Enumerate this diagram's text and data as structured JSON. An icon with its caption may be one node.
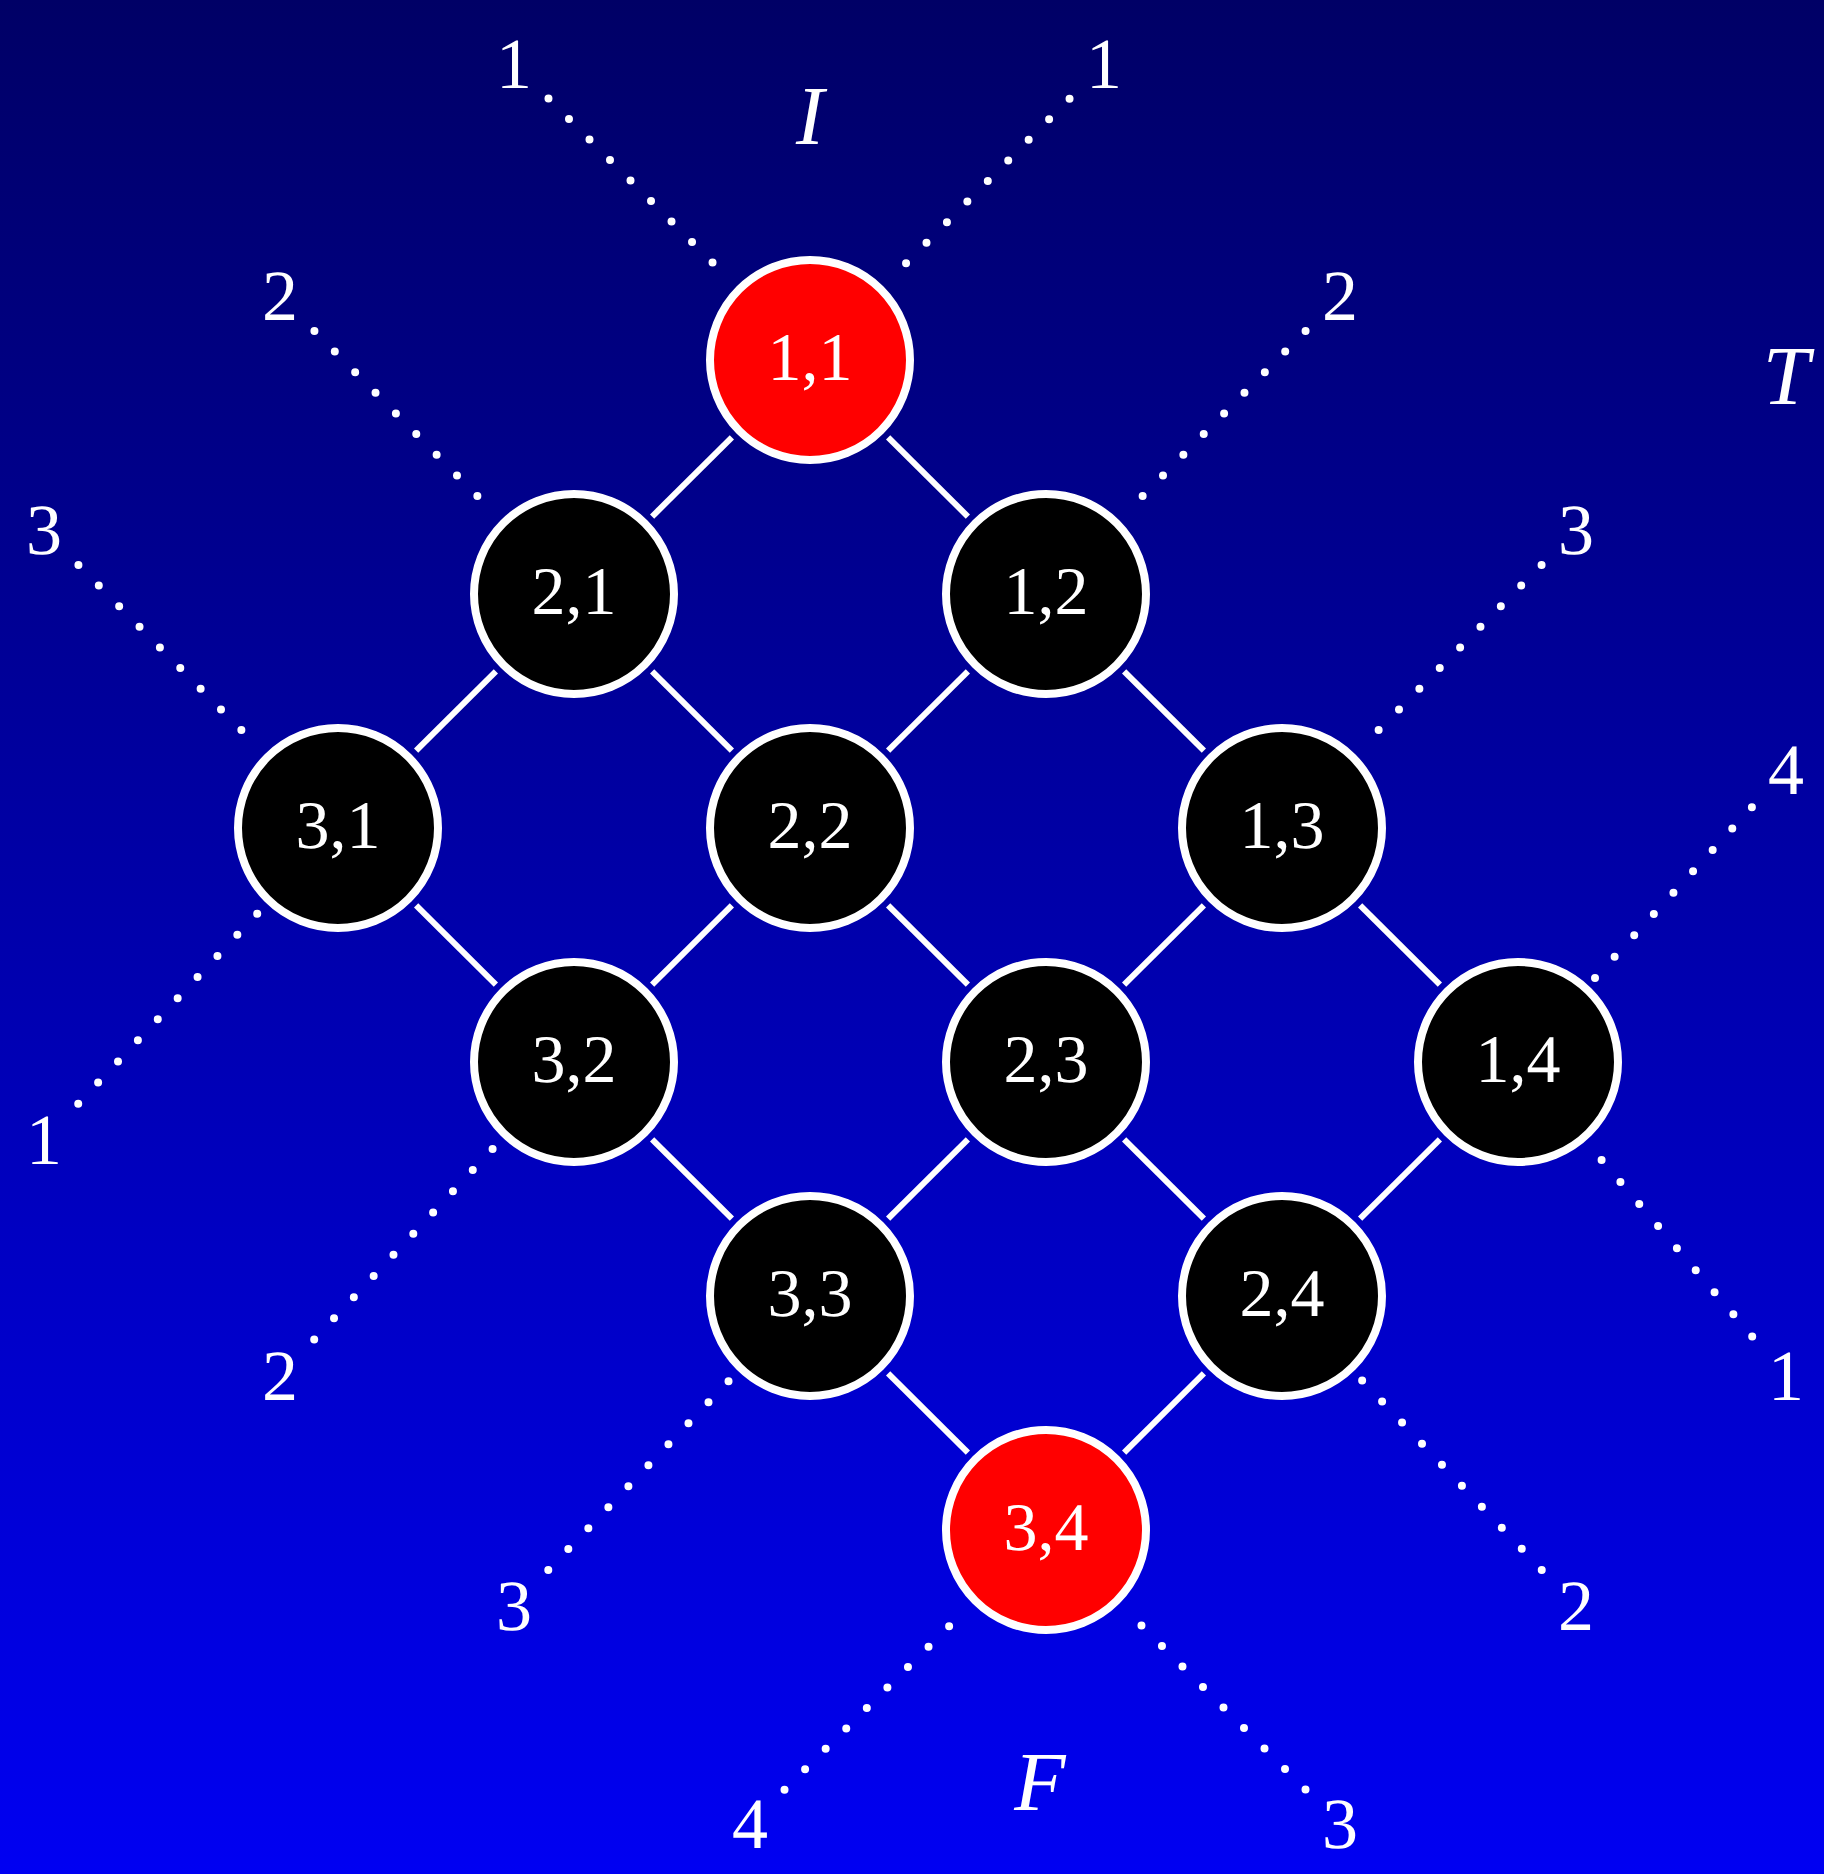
{
  "diagram": {
    "nodes": [
      {
        "text": [
          "1,1"
        ]
      },
      {
        "text": [
          "2,1"
        ]
      },
      {
        "text": [
          "1,2"
        ]
      },
      {
        "text": [
          "3,1"
        ]
      },
      {
        "text": [
          "2,2"
        ]
      },
      {
        "text": [
          "1,3"
        ]
      },
      {
        "text": [
          "3,2"
        ]
      },
      {
        "text": [
          "2,3"
        ]
      },
      {
        "text": [
          "1,4"
        ]
      },
      {
        "text": [
          "3,3"
        ]
      },
      {
        "text": [
          "2,4"
        ]
      },
      {
        "text": [
          "3,4"
        ]
      },
      {
        "text": [
          "1"
        ]
      },
      {
        "text": [
          "1"
        ]
      },
      {
        "text": [
          "2"
        ]
      },
      {
        "text": [
          "2"
        ]
      },
      {
        "text": [
          "3"
        ]
      },
      {
        "text": [
          "3"
        ]
      },
      {
        "text": [
          "4"
        ]
      },
      {
        "text": [
          "1"
        ]
      },
      {
        "text": [
          "2"
        ]
      },
      {
        "text": [
          "1"
        ]
      },
      {
        "text": [
          "3"
        ]
      },
      {
        "text": [
          "2"
        ]
      },
      {
        "text": [
          "4"
        ]
      },
      {
        "text": [
          "3"
        ]
      }
    ],
    "edges": [
      {
        "from": 0,
        "to": 1,
        "arrow": "none"
      },
      {
        "from": 0,
        "to": 2,
        "arrow": "none"
      },
      {
        "from": 1,
        "to": 3,
        "arrow": "none"
      },
      {
        "from": 1,
        "to": 4,
        "arrow": "none"
      },
      {
        "from": 2,
        "to": 4,
        "arrow": "none"
      },
      {
        "from": 2,
        "to": 5,
        "arrow": "none"
      },
      {
        "from": 3,
        "to": 6,
        "arrow": "none"
      },
      {
        "from": 4,
        "to": 6,
        "arrow": "none"
      },
      {
        "from": 4,
        "to": 7,
        "arrow": "none"
      },
      {
        "from": 5,
        "to": 7,
        "arrow": "none"
      },
      {
        "from": 5,
        "to": 8,
        "arrow": "none"
      },
      {
        "from": 6,
        "to": 9,
        "arrow": "none"
      },
      {
        "from": 7,
        "to": 9,
        "arrow": "none"
      },
      {
        "from": 7,
        "to": 10,
        "arrow": "none"
      },
      {
        "from": 8,
        "to": 10,
        "arrow": "none"
      },
      {
        "from": 9,
        "to": 11,
        "arrow": "none"
      },
      {
        "from": 10,
        "to": 11,
        "arrow": "none"
      },
      {
        "from": 12,
        "to": 0,
        "arrow": "none",
        "style": "dashed"
      },
      {
        "from": 13,
        "to": 0,
        "arrow": "none",
        "style": "dashed"
      },
      {
        "from": 14,
        "to": 1,
        "arrow": "none",
        "style": "dashed"
      },
      {
        "from": 15,
        "to": 2,
        "arrow": "none",
        "style": "dashed"
      },
      {
        "from": 16,
        "to": 3,
        "arrow": "none",
        "style": "dashed"
      },
      {
        "from": 17,
        "to": 5,
        "arrow": "none",
        "style": "dashed"
      },
      {
        "from": 18,
        "to": 8,
        "arrow": "none",
        "style": "dashed"
      },
      {
        "from": 19,
        "to": 3,
        "arrow": "none",
        "style": "dashed"
      },
      {
        "from": 20,
        "to": 6,
        "arrow": "none",
        "style": "dashed"
      },
      {
        "from": 21,
        "to": 8,
        "arrow": "none",
        "style": "dashed"
      },
      {
        "from": 22,
        "to": 9,
        "arrow": "none",
        "style": "dashed"
      },
      {
        "from": 23,
        "to": 10,
        "arrow": "none",
        "style": "dashed"
      },
      {
        "from": 24,
        "to": 11,
        "arrow": "none",
        "style": "dashed"
      },
      {
        "from": 25,
        "to": 11,
        "arrow": "none",
        "style": "dashed"
      }
    ],
    "labels": [
      "I",
      "T",
      "F"
    ]
  }
}
